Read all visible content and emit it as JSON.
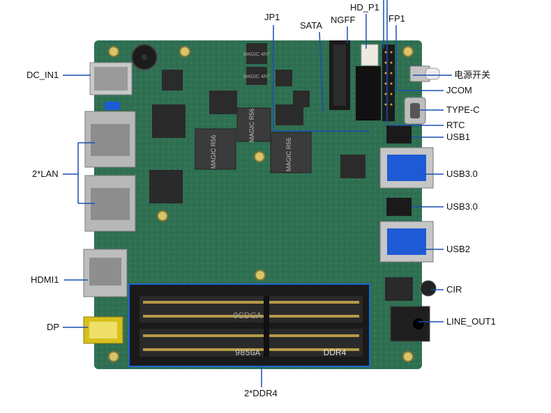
{
  "labels": {
    "dc_in1": "DC_IN1",
    "lan": "2*LAN",
    "hdmi1": "HDMI1",
    "dp": "DP",
    "jp1": "JP1",
    "sata": "SATA",
    "ngff": "NGFF",
    "hd_p1": "HD_P1",
    "fp1": "FP1",
    "power_switch": "电源开关",
    "jcom": "JCOM",
    "type_c": "TYPE-C",
    "rtc": "RTC",
    "usb1": "USB1",
    "usb3_0_top": "USB3.0",
    "usb3_0_bottom": "USB3.0",
    "usb2": "USB2",
    "cir": "CIR",
    "line_out1": "LINE_OUT1",
    "ddr4_bottom": "2*DDR4"
  },
  "board_text": {
    "inductor_1": "MAGIC R56",
    "inductor_2": "MAGIC R56",
    "inductor_3": "MAGIC R56",
    "chip_top_1": "MAGIC 4R7",
    "chip_top_2": "MAGIC 4R7",
    "dimm_top": "9CDCA",
    "dimm_bottom": "985GA",
    "dimm_label": "DDR4"
  },
  "colors": {
    "pcb": "#2f6f52",
    "leader": "#1a4fb0",
    "label": "#111111"
  }
}
